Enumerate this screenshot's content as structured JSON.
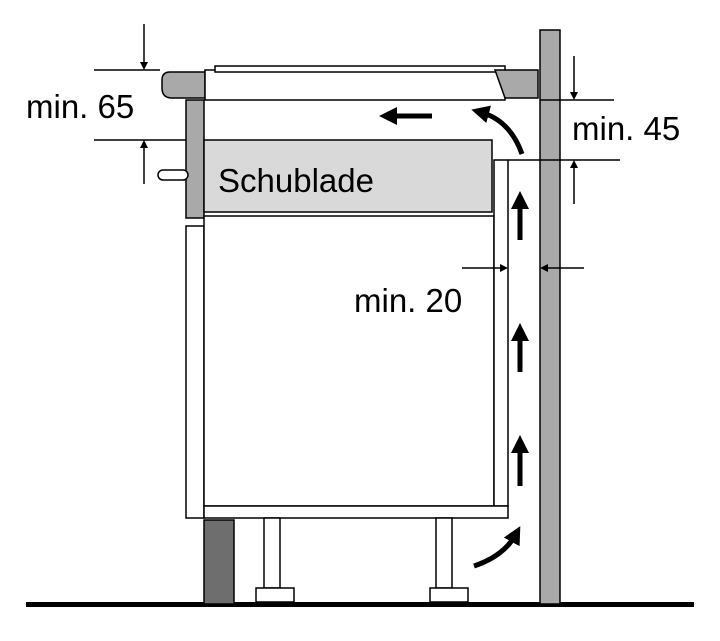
{
  "labels": {
    "drawer": "Schublade",
    "left_top_gap": "min. 65",
    "right_top_gap": "min. 45",
    "side_gap": "min. 20"
  },
  "colors": {
    "panel_fill": "#a9a9a9",
    "panel_dark": "#7a7a7a",
    "drawer_fill": "#d9d9d9",
    "plinth_fill": "#6e6e6e",
    "line": "#000000",
    "background": "#ffffff"
  },
  "arrows": {
    "airflow_up_count": 3,
    "airflow_curve": "upward airflow entering behind cabinet and exiting above drawer"
  }
}
